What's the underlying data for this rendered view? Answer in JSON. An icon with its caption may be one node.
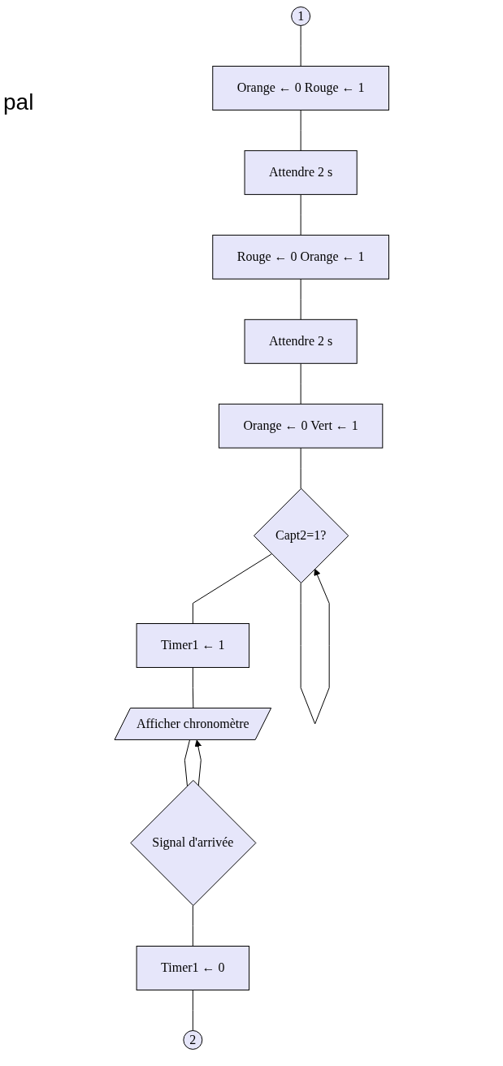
{
  "diagram": {
    "nodes": [
      {
        "text": [
          "1"
        ]
      },
      {
        "text": [
          "Orange ← 0 Rouge ← 1"
        ]
      },
      {
        "text": [
          "Attendre 2 s"
        ]
      },
      {
        "text": [
          "Rouge ← 0 Orange ← 1"
        ]
      },
      {
        "text": [
          "Attendre 2 s"
        ]
      },
      {
        "text": [
          "Orange ← 0 Vert ← 1"
        ]
      },
      {
        "text": [
          "Capt2=1?"
        ]
      },
      {
        "text": [
          "Timer1 ← 1"
        ]
      },
      {
        "text": [
          "Afficher chronomètre"
        ]
      },
      {
        "text": [
          "Signal d'arrivée"
        ]
      },
      {
        "text": [
          "Timer1 ← 0"
        ]
      },
      {
        "text": [
          "2"
        ]
      }
    ],
    "edges": [
      {
        "from": 0,
        "to": 1,
        "arrow": "none"
      },
      {
        "from": 1,
        "to": 2,
        "arrow": "none"
      },
      {
        "from": 2,
        "to": 3,
        "arrow": "none"
      },
      {
        "from": 3,
        "to": 4,
        "arrow": "none"
      },
      {
        "from": 4,
        "to": 5,
        "arrow": "none"
      },
      {
        "from": 5,
        "to": 6,
        "arrow": "none"
      },
      {
        "from": 6,
        "to": 6,
        "arrow": "to"
      },
      {
        "from": 6,
        "to": 7,
        "arrow": "none"
      },
      {
        "from": 7,
        "to": 8,
        "arrow": "none"
      },
      {
        "from": 8,
        "to": 9,
        "arrow": "none"
      },
      {
        "from": 9,
        "to": 8,
        "arrow": "to"
      },
      {
        "from": 9,
        "to": 10,
        "arrow": "none"
      },
      {
        "from": 10,
        "to": 11,
        "arrow": "none"
      }
    ],
    "labels": [
      "pal"
    ]
  }
}
